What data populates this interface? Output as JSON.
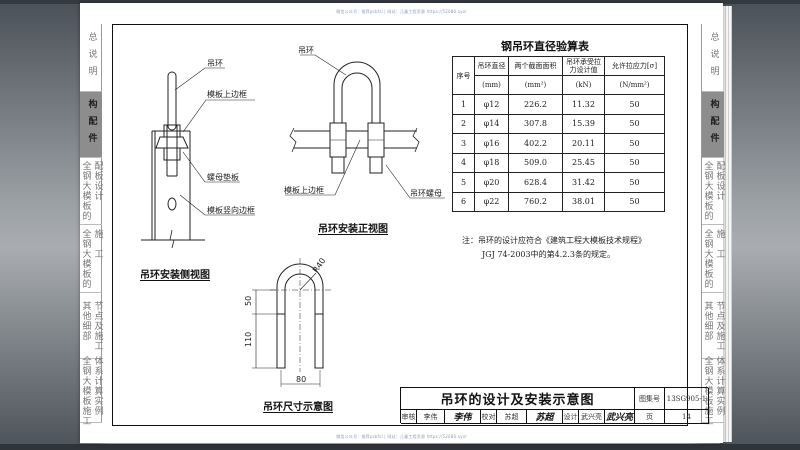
{
  "watermark": {
    "top": "微信公众号：推荐psbfsl | 网站：儿童工程资源 https://52086.xyz/",
    "bottom": "微信公众号：推荐psbfsl | 网站：儿童工程资源 https://52086.xyz/"
  },
  "side_tabs": [
    {
      "label": "总说明",
      "active": false
    },
    {
      "label": "构配件",
      "active": true
    },
    {
      "label": "全钢大模板的",
      "label2": "配板设计",
      "active": false
    },
    {
      "label": "全钢大模板的",
      "label2": "施　工",
      "active": false
    },
    {
      "label": "其他细部",
      "label2": "节点及施工",
      "active": false
    },
    {
      "label": "全钢大模板施工",
      "label2": "体系计算实例",
      "active": false
    }
  ],
  "side_view": {
    "caption": "吊环安装侧视图",
    "labels": {
      "ring": "吊环",
      "top_frame": "模板上边框",
      "nut_pad": "螺母垫板",
      "vertical_frame": "模板竖向边框"
    }
  },
  "front_view": {
    "caption": "吊环安装正视图",
    "labels": {
      "ring": "吊环",
      "top_frame": "模板上边框",
      "ring_nut": "吊环螺母"
    }
  },
  "dimension_view": {
    "caption": "吊环尺寸示意图",
    "radius": "R40",
    "dim_upper": "50",
    "dim_lower": "110",
    "width": "80"
  },
  "calc_table": {
    "title": "钢吊环直径验算表",
    "headers": [
      "序号",
      "吊环直径",
      "两个截面面积",
      "吊环承受拉力设计值",
      "允许拉应力[σ]"
    ],
    "units": [
      "(mm)",
      "(mm²)",
      "(kN)",
      "(N/mm²)"
    ],
    "rows": [
      [
        "1",
        "φ12",
        "226.2",
        "11.32",
        "50"
      ],
      [
        "2",
        "φ14",
        "307.8",
        "15.39",
        "50"
      ],
      [
        "3",
        "φ16",
        "402.2",
        "20.11",
        "50"
      ],
      [
        "4",
        "φ18",
        "509.0",
        "25.45",
        "50"
      ],
      [
        "5",
        "φ20",
        "628.4",
        "31.42",
        "50"
      ],
      [
        "6",
        "φ22",
        "760.2",
        "38.01",
        "50"
      ]
    ]
  },
  "note": {
    "line1": "注：吊环的设计应符合《建筑工程大模板技术规程》",
    "line2": "JGJ 74-2003中的第4.2.3条的规定。"
  },
  "title_block": {
    "title": "吊环的设计及安装示意图",
    "atlas_label": "图集号",
    "atlas_no": "13SG905-1",
    "review_label": "审核",
    "reviewer": "李伟",
    "reviewer_sig": "李伟",
    "check_label": "校对",
    "checker": "苏超",
    "checker_sig": "苏超",
    "design_label": "设计",
    "designer": "武兴亮",
    "designer_sig": "武兴亮",
    "page_label": "页",
    "page_no": "14"
  }
}
